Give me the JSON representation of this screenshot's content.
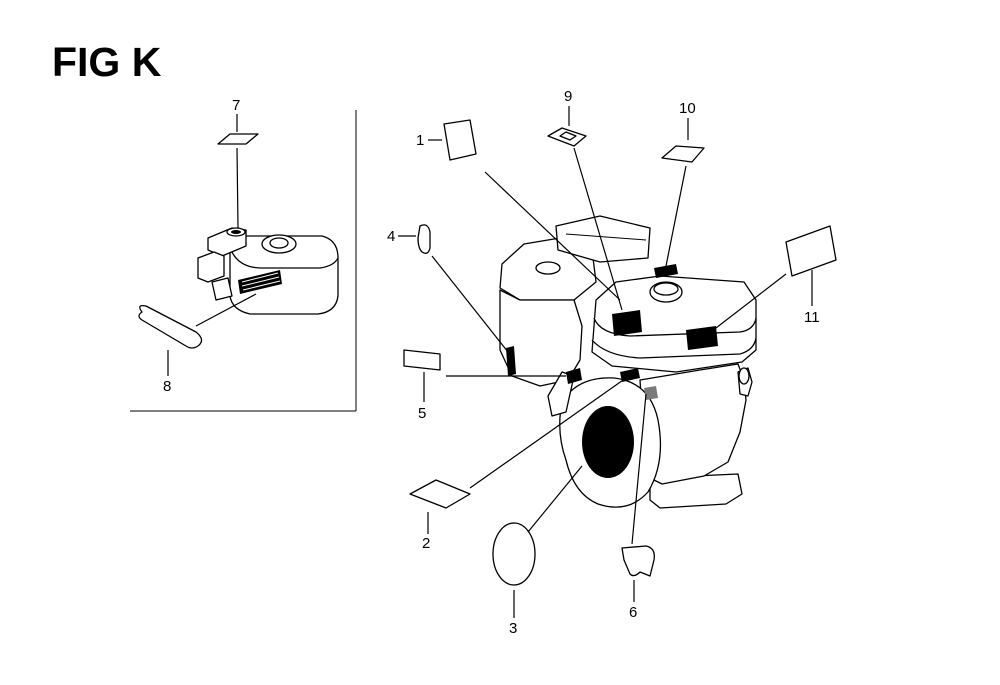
{
  "figure": {
    "title": "FIG K"
  },
  "callouts": [
    "1",
    "2",
    "3",
    "4",
    "5",
    "6",
    "7",
    "8",
    "9",
    "10",
    "11"
  ]
}
